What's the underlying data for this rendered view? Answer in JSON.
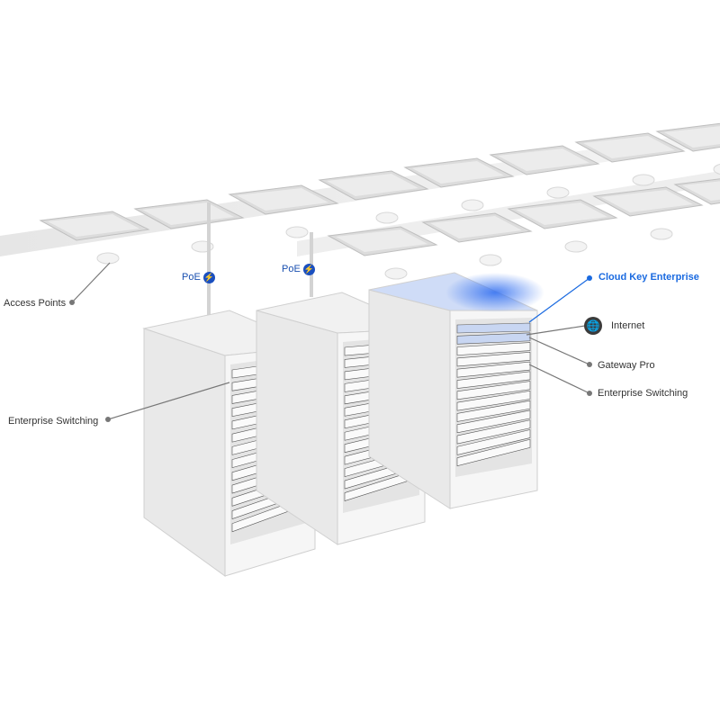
{
  "labels": {
    "access_points": "Access Points",
    "poe_left": "PoE",
    "poe_right": "PoE",
    "cloud_key": "Cloud Key Enterprise",
    "internet": "Internet",
    "gateway": "Gateway Pro",
    "switching_right": "Enterprise Switching",
    "switching_left": "Enterprise Switching"
  },
  "icons": {
    "poe": "lightning-bolt-icon",
    "internet": "globe-icon"
  },
  "colors": {
    "accent": "#1a6ae0",
    "poe": "#1a4fbf",
    "leader": "#777777",
    "glow": "#2f6df0"
  }
}
